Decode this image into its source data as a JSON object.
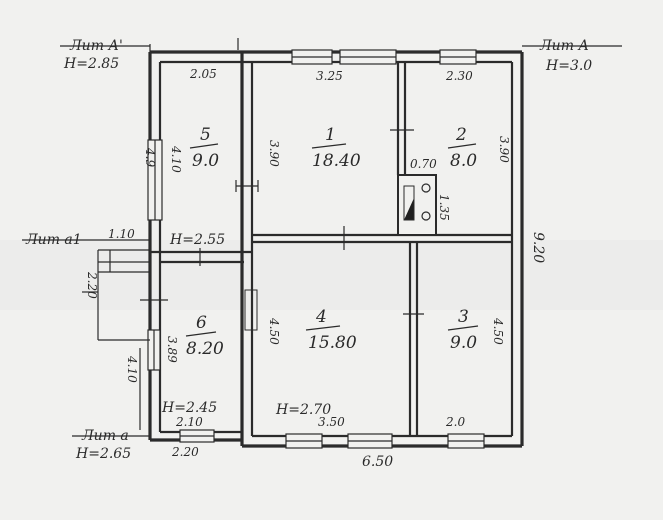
{
  "plan": {
    "levels": {
      "top_left_label": "Лит А'",
      "top_left_height": "H=2.85",
      "top_right_label": "Лит А",
      "top_right_height": "H=3.0",
      "mid_left_label": "Лит а1",
      "mid_left_width": "1.10",
      "bottom_left_label": "Лит а",
      "bottom_left_height": "H=2.65"
    },
    "rooms": [
      {
        "number": "1",
        "area": "18.40"
      },
      {
        "number": "2",
        "area": "8.0"
      },
      {
        "number": "3",
        "area": "9.0"
      },
      {
        "number": "4",
        "area": "15.80"
      },
      {
        "number": "5",
        "area": "9.0"
      },
      {
        "number": "6",
        "area": "8.20"
      }
    ],
    "heights": {
      "room5": "H=2.55",
      "room6": "H=2.45",
      "room4": "H=2.70"
    },
    "dimensions": {
      "top_205": "2.05",
      "top_325": "3.25",
      "top_230": "2.30",
      "left_49": "4.9",
      "room5_side": "4.10",
      "room1_side": "3.90",
      "right_390": "3.90",
      "stove_070": "0.70",
      "stove_135": "1.35",
      "overall_right": "9.20",
      "left_220": "2.20",
      "left_410": "4.10",
      "room6_side": "3.89",
      "room4_side": "4.50",
      "room3_side": "4.50",
      "bottom_210": "2.10",
      "bottom_350": "3.50",
      "bottom_20": "2.0",
      "bottom_220": "2.20",
      "overall_bottom": "6.50"
    }
  }
}
